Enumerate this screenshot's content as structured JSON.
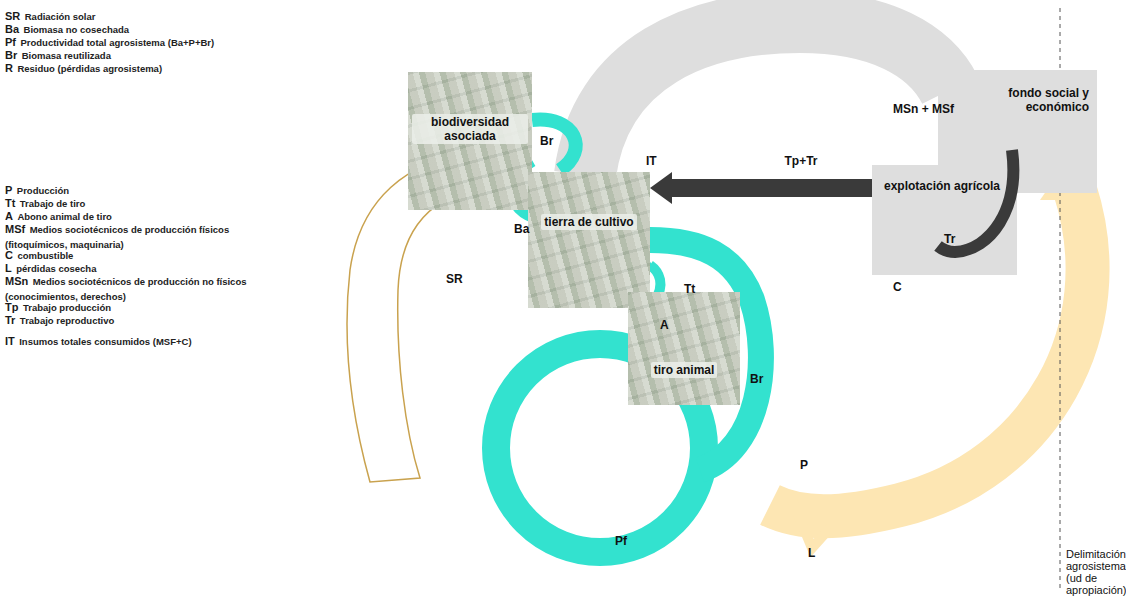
{
  "diagram": {
    "nodes": [
      {
        "text": [
          "biodiversidad asociada"
        ]
      },
      {
        "text": [
          "tierra de cultivo"
        ]
      },
      {
        "text": [
          "tiro animal"
        ]
      },
      {
        "text": [
          "fondo social y económico"
        ]
      },
      {
        "text": [
          "explotación agrícola"
        ]
      }
    ],
    "edges": [
      {
        "from": 4,
        "to": 1,
        "arrow": "to",
        "label": "Tp+Tr"
      }
    ],
    "labels": [
      "SR",
      "Radiación solar",
      "Ba",
      "Biomasa no cosechada",
      "Pf",
      "Productividad total agrosistema (Ba+P+Br)",
      "Br",
      "Biomasa reutilizada",
      "R",
      "Residuo (pérdidas agrosistema)",
      "P",
      "Producción",
      "Tt",
      "Trabajo de tiro",
      "A",
      "Abono animal de tiro",
      "MSf",
      "Medios sociotécnicos de producción físicos (fitoquímicos, maquinaria)",
      "C",
      "combustible",
      "L",
      "pérdidas cosecha",
      "MSn",
      "Medios sociotécnicos de producción no físicos (conocimientos, derechos)",
      "Tp",
      "Trabajo producción",
      "Tr",
      "Trabajo reproductivo",
      "IT",
      "Insumos totales consumidos (MSF+C)",
      "Br",
      "Ba",
      "IT",
      "MSn + MSf",
      "Tr",
      "C",
      "SR",
      "Tt",
      "A",
      "Br",
      "P",
      "Pf",
      "L",
      "Delimitación agrosistema (ud de apropiación)"
    ]
  }
}
